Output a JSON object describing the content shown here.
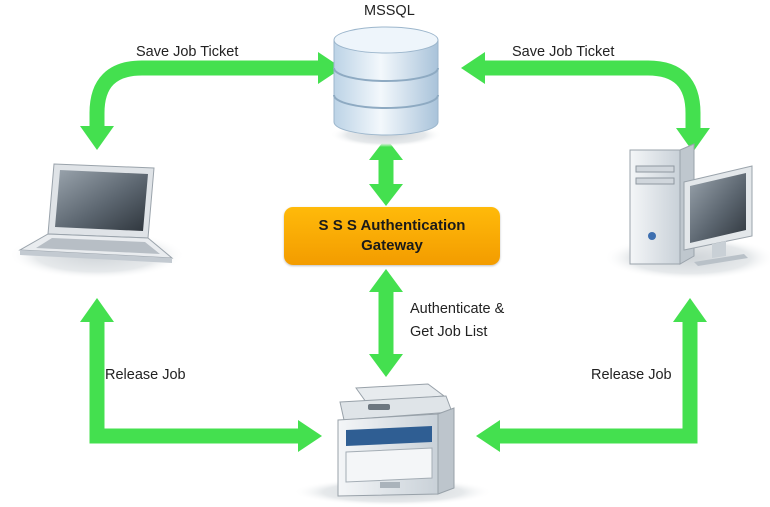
{
  "db_label": "MSSQL",
  "gateway": {
    "line1": "S S S Authentication",
    "line2": "Gateway"
  },
  "edges": {
    "save_left": "Save Job Ticket",
    "save_right": "Save Job Ticket",
    "auth_line1": "Authenticate &",
    "auth_line2": "Get Job List",
    "release_left": "Release Job",
    "release_right": "Release Job"
  },
  "icons": {
    "database": "database-icon",
    "laptop": "laptop-icon",
    "desktop": "desktop-computer-icon",
    "printer": "multifunction-printer-icon"
  },
  "colors": {
    "arrow": "#44e04f",
    "gateway": "#f7a800",
    "database": "#d6e7f3"
  }
}
